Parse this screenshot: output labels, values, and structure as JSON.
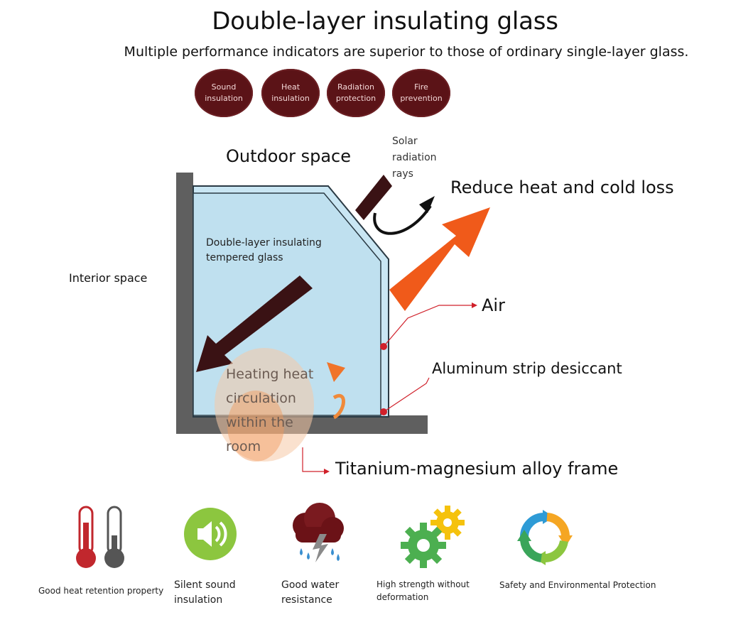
{
  "header": {
    "title": "Double-layer insulating glass",
    "subtitle": "Multiple performance indicators are superior to those of ordinary single-layer glass."
  },
  "badges": [
    {
      "label": "Sound insulation"
    },
    {
      "label": "Heat insulation"
    },
    {
      "label": "Radiation protection"
    },
    {
      "label": "Fire prevention"
    }
  ],
  "diagram": {
    "outdoor_label": "Outdoor space",
    "interior_label": "Interior space",
    "solar_label": "Solar radiation rays",
    "reduce_label": "Reduce heat and cold loss",
    "glass_label": "Double-layer insulating tempered glass",
    "air_label": "Air",
    "aluminum_label": "Aluminum strip desiccant",
    "heating_label": "Heating heat circulation within the room",
    "frame_label": "Titanium-magnesium alloy frame"
  },
  "features": [
    {
      "label": "Good heat retention property",
      "icon": "thermometer-icon"
    },
    {
      "label": "Silent sound insulation",
      "icon": "speaker-icon"
    },
    {
      "label": "Good water resistance",
      "icon": "storm-cloud-icon"
    },
    {
      "label": "High strength without deformation",
      "icon": "gears-icon"
    },
    {
      "label": "Safety and Environmental Protection",
      "icon": "recycle-icon"
    }
  ],
  "colors": {
    "badge_bg": "#5b1317",
    "glass_fill": "#c9e6f3",
    "frame_gray": "#5f5f5f",
    "arrow_dark": "#3a1214",
    "arrow_orange": "#f05a1a",
    "marker_red": "#d0202a"
  }
}
